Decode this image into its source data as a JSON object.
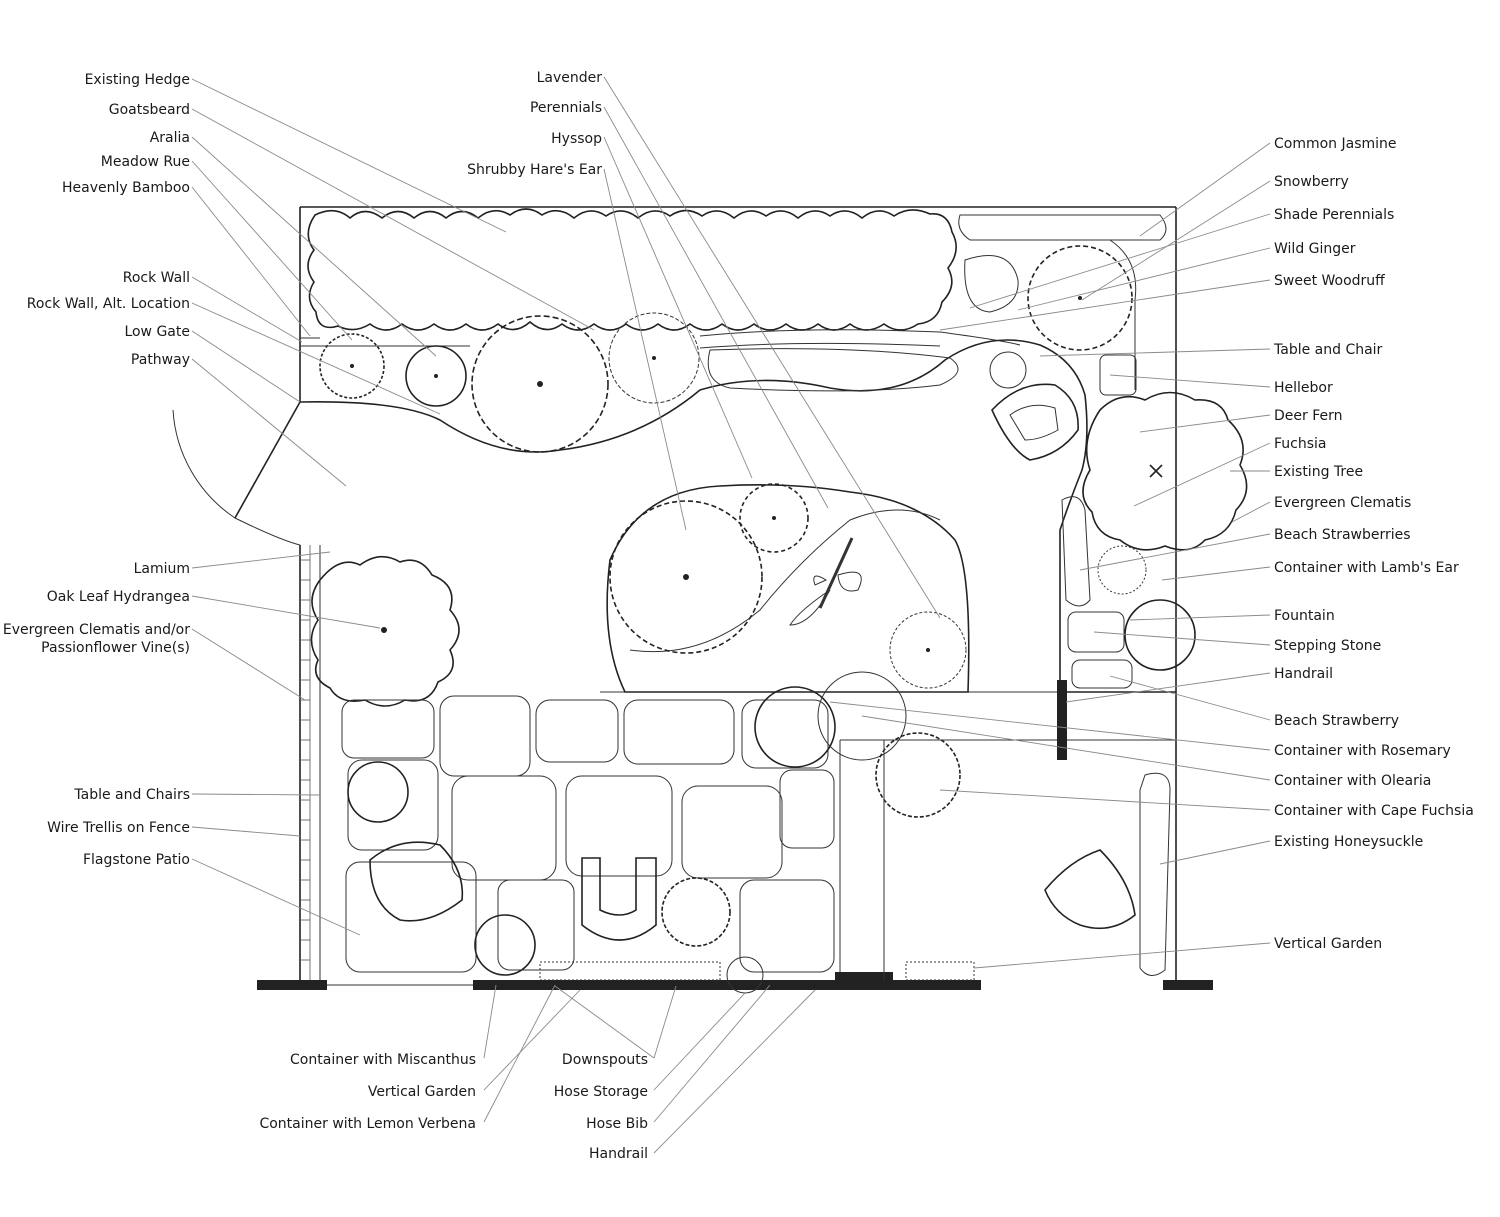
{
  "labels_left": [
    "Existing Hedge",
    "Goatsbeard",
    "Aralia",
    "Meadow Rue",
    "Heavenly Bamboo",
    "Rock Wall",
    "Rock Wall, Alt. Location",
    "Low Gate",
    "Pathway",
    "Lamium",
    "Oak Leaf Hydrangea",
    "Evergreen Clematis and/or",
    "Passionflower Vine(s)",
    "Table and Chairs",
    "Wire Trellis on Fence",
    "Flagstone Patio"
  ],
  "labels_top": [
    "Lavender",
    "Perennials",
    "Hyssop",
    "Shrubby Hare's Ear"
  ],
  "labels_right": [
    "Common Jasmine",
    "Snowberry",
    "Shade Perennials",
    "Wild Ginger",
    "Sweet Woodruff",
    "Table and Chair",
    "Hellebor",
    "Deer Fern",
    "Fuchsia",
    "Existing Tree",
    "Evergreen Clematis",
    "Beach Strawberries",
    "Container with Lamb's Ear",
    "Fountain",
    "Stepping Stone",
    "Handrail",
    "Beach Strawberry",
    "Container with Rosemary",
    "Container with Olearia",
    "Container with Cape Fuchsia",
    "Existing Honeysuckle",
    "Vertical Garden"
  ],
  "labels_bottom_left": [
    "Container with Miscanthus",
    "Vertical Garden",
    "Container with Lemon Verbena"
  ],
  "labels_bottom_right": [
    "Downspouts",
    "Hose Storage",
    "Hose Bib",
    "Handrail"
  ]
}
